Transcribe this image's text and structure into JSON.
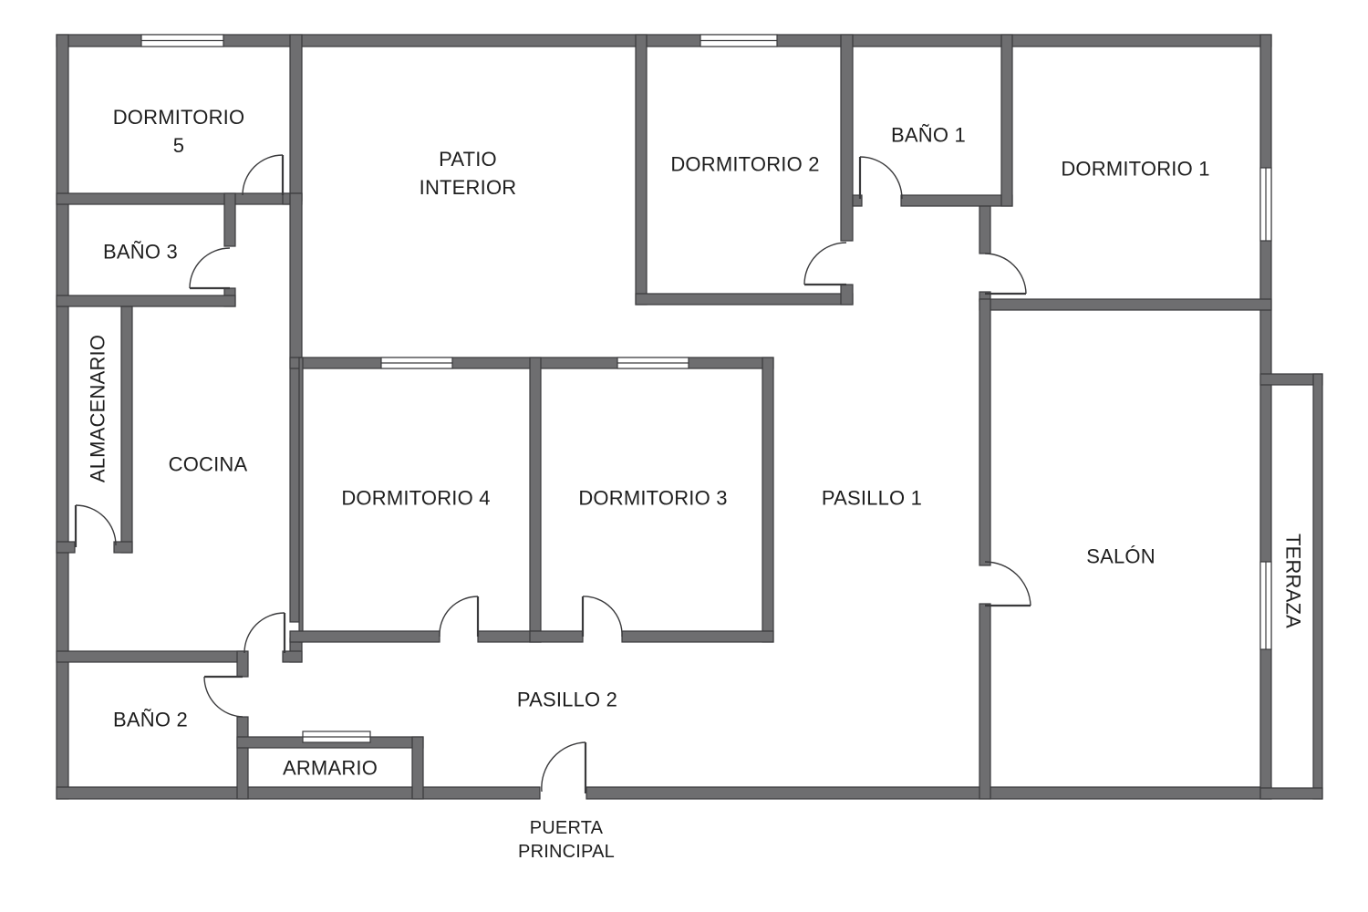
{
  "floorplan": {
    "rooms": {
      "dormitorio_5_line1": "DORMITORIO",
      "dormitorio_5_line2": "5",
      "patio_line1": "PATIO",
      "patio_line2": "INTERIOR",
      "dormitorio_2": "DORMITORIO 2",
      "bano_1": "BAÑO 1",
      "dormitorio_1": "DORMITORIO 1",
      "bano_3": "BAÑO 3",
      "almacenario": "ALMACENARIO",
      "cocina": "COCINA",
      "dormitorio_4": "DORMITORIO 4",
      "dormitorio_3": "DORMITORIO 3",
      "pasillo_1": "PASILLO 1",
      "salon": "SALÓN",
      "terraza": "TERRAZA",
      "bano_2": "BAÑO 2",
      "pasillo_2": "PASILLO 2",
      "armario": "ARMARIO",
      "puerta_line1": "PUERTA",
      "puerta_line2": "PRINCIPAL"
    },
    "colors": {
      "wall": "#6e6e70",
      "outline": "#3a3a3c",
      "background": "#ffffff",
      "text": "#1e1e1e"
    }
  }
}
